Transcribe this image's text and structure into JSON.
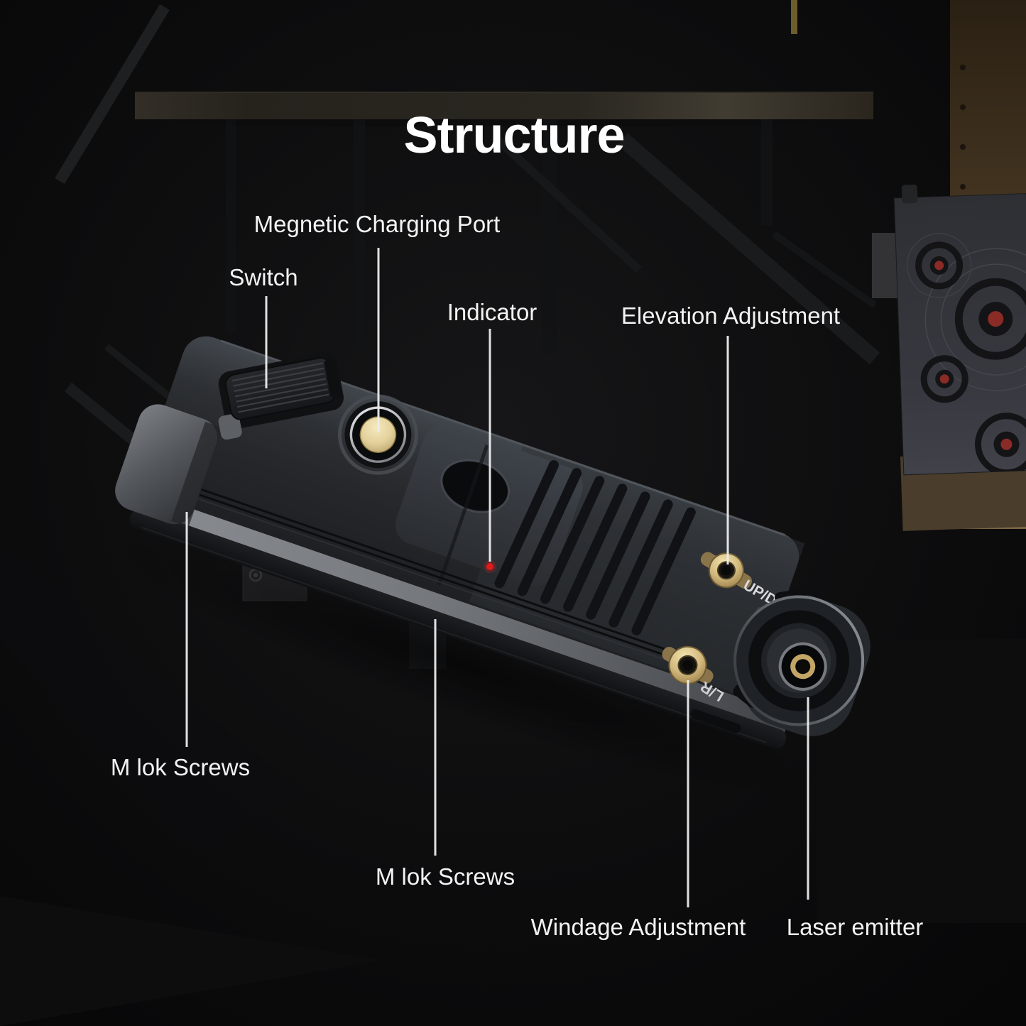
{
  "title": "Structure",
  "colors": {
    "background": "#0a0a0b",
    "label_text": "#f3f3f4",
    "leader_line": "#ededee",
    "indicator_red": "#e11a1c",
    "brass_gold": "#d9c48e",
    "charge_port_gold": "#e8d8a6",
    "body_gray": "#26292d"
  },
  "device": {
    "name": "laser-sight-unit",
    "updown_marking": "UP/D",
    "windage_marking": "L/R"
  },
  "callouts": [
    {
      "id": "magnetic-charging-port",
      "label": "Megnetic Charging Port"
    },
    {
      "id": "switch",
      "label": "Switch"
    },
    {
      "id": "indicator",
      "label": "Indicator"
    },
    {
      "id": "elevation-adjustment",
      "label": "Elevation Adjustment"
    },
    {
      "id": "mlok-screws-left",
      "label": "M lok Screws"
    },
    {
      "id": "mlok-screws-center",
      "label": "M lok Screws"
    },
    {
      "id": "windage-adjustment",
      "label": "Windage Adjustment"
    },
    {
      "id": "laser-emitter",
      "label": "Laser emitter"
    }
  ]
}
